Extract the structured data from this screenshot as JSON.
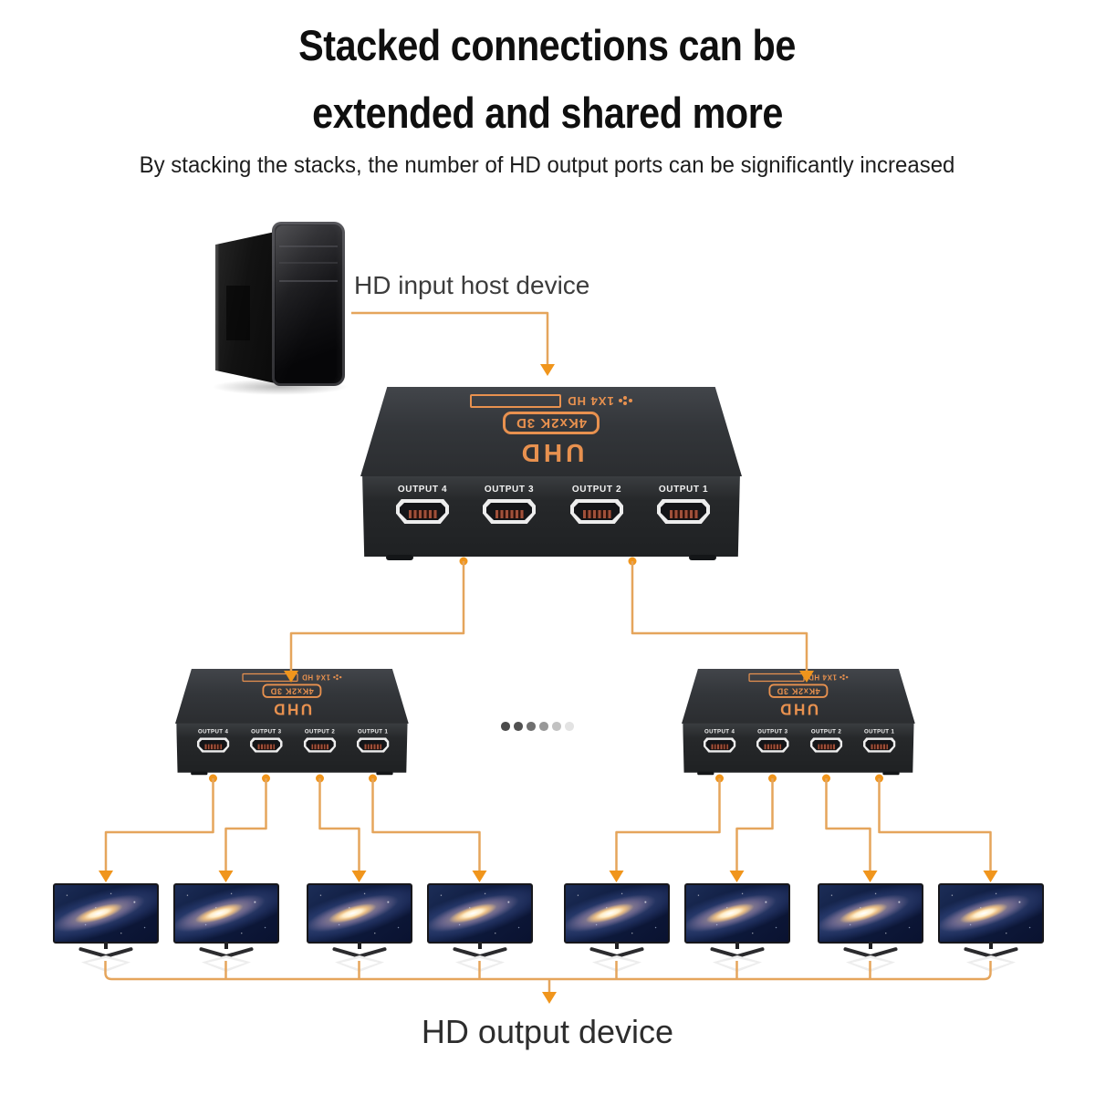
{
  "header": {
    "title_line1": "Stacked connections can be",
    "title_line2": "extended and shared more",
    "subtitle": "By stacking the stacks, the number of HD output ports can be significantly increased"
  },
  "labels": {
    "input_device": "HD input host device",
    "output_device": "HD output device"
  },
  "splitter": {
    "brand": "UHD",
    "badge": "4Kx2K 3D",
    "model": "1X4 HD",
    "ports": [
      "OUTPUT 4",
      "OUTPUT 3",
      "OUTPUT 2",
      "OUTPUT 1"
    ]
  },
  "diagram": {
    "splitter_count": 3,
    "monitor_count": 8,
    "ellipsis_dot_count": 6,
    "ellipsis_dot_colors": [
      "#4b4b4b",
      "#515151",
      "#6f6f6f",
      "#989898",
      "#c2c2c2",
      "#e3e3e3"
    ]
  },
  "colors": {
    "connector_line": "#E5A55C",
    "connector_arrow": "#F0951C",
    "splitter_text_orange": "#E8914F",
    "title_text": "#0f0f0f",
    "body_text": "#3c3c3c",
    "background": "#ffffff"
  }
}
